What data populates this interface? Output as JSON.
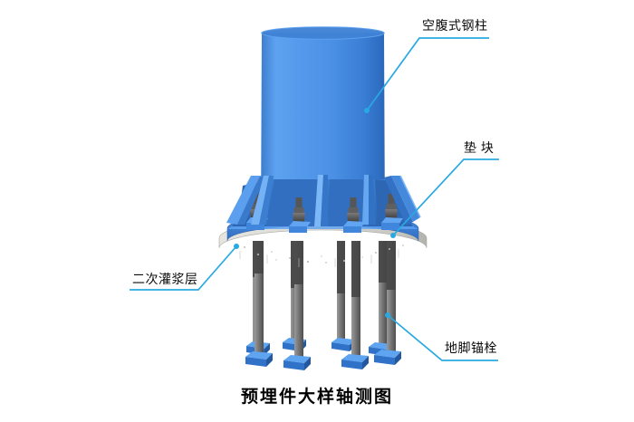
{
  "page": {
    "background": "#ffffff"
  },
  "diagram": {
    "title": "预埋件大样轴测图",
    "callouts": {
      "column": {
        "label": "空腹式钢柱",
        "target": "steel column shaft"
      },
      "pad": {
        "label": "垫 块",
        "target": "pad block at base plate"
      },
      "grout": {
        "label": "二次灌浆层",
        "target": "secondary grout layer disc"
      },
      "anchor_bolt": {
        "label": "地脚锚栓",
        "target": "anchor bolt rod"
      }
    },
    "colors": {
      "leader_line": "#29a9e1",
      "steel_blue": "#4a90e4",
      "steel_blue_dark": "#2e6cbe",
      "rib_highlight": "#7cb8f8",
      "grout_grey": "#d8d7d2",
      "bolt_grey": "#6b6b6b",
      "anchor_plate_blue": "#3f86dc",
      "text": "#0d0d0d"
    }
  }
}
